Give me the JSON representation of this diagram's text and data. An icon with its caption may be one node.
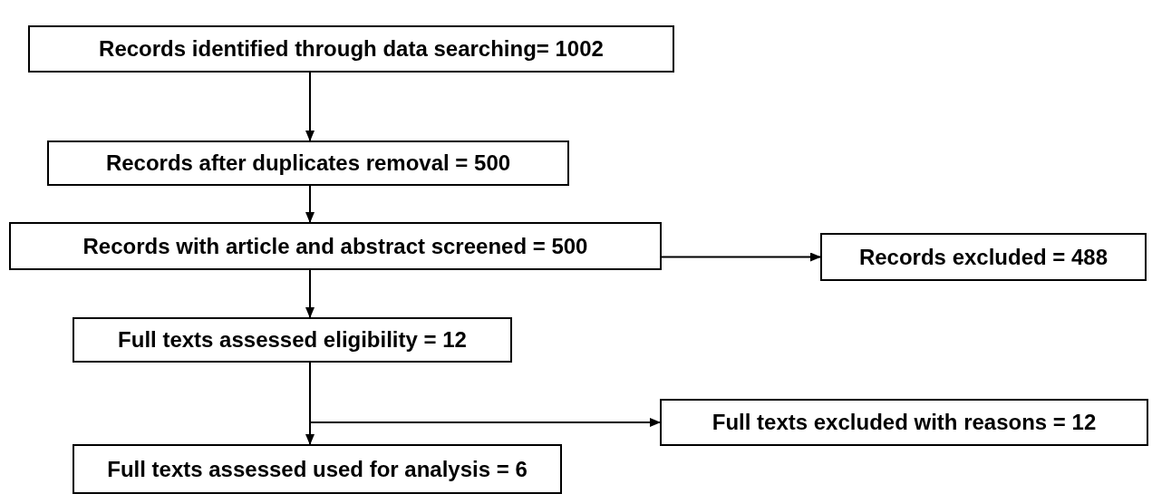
{
  "diagram": {
    "nodes": [
      {
        "text": [
          "Records identified through data searching= 1002"
        ]
      },
      {
        "text": [
          "Records after duplicates removal = 500"
        ]
      },
      {
        "text": [
          "Records with article and abstract screened = 500"
        ]
      },
      {
        "text": [
          "Records excluded = 488"
        ]
      },
      {
        "text": [
          "Full texts assessed eligibility = 12"
        ]
      },
      {
        "text": [
          "Full texts excluded with reasons = 12"
        ]
      },
      {
        "text": [
          "Full texts assessed used for analysis = 6"
        ]
      }
    ],
    "edges": [
      {
        "from": 0,
        "to": 1,
        "arrow": "to"
      },
      {
        "from": 1,
        "to": 2,
        "arrow": "to"
      },
      {
        "from": 2,
        "to": 3,
        "arrow": "to"
      },
      {
        "from": 2,
        "to": 4,
        "arrow": "to"
      },
      {
        "from": 4,
        "to": 5,
        "arrow": "to"
      },
      {
        "from": 4,
        "to": 6,
        "arrow": "to"
      }
    ]
  }
}
